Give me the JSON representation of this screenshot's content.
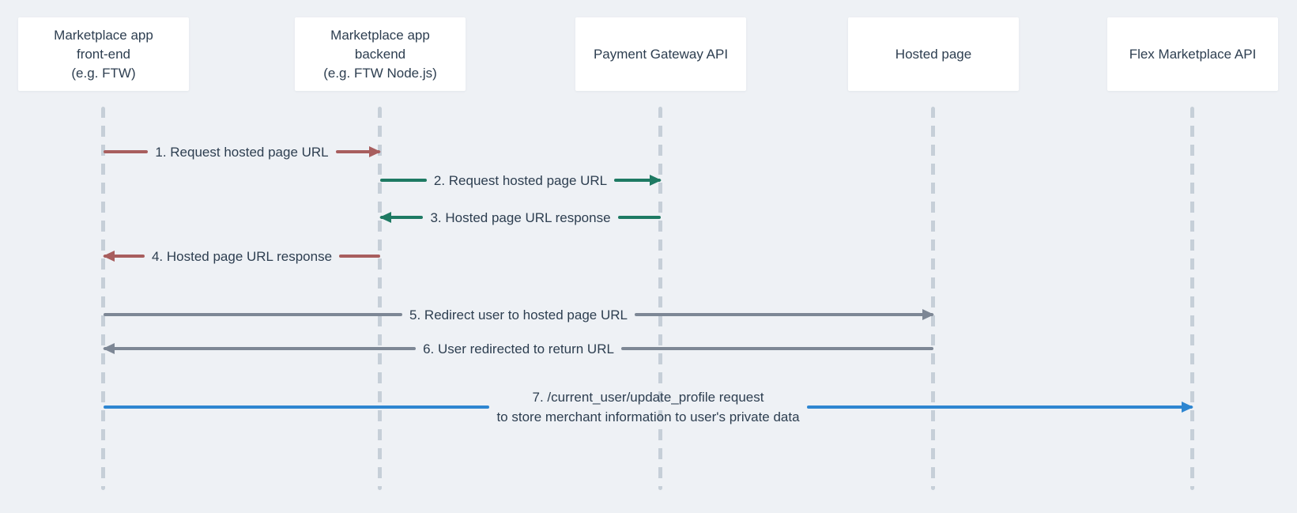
{
  "actors": [
    {
      "id": "frontend",
      "label": "Marketplace app\nfront-end\n(e.g. FTW)"
    },
    {
      "id": "backend",
      "label": "Marketplace app\nbackend\n(e.g. FTW Node.js)"
    },
    {
      "id": "payment-gateway",
      "label": "Payment Gateway API"
    },
    {
      "id": "hosted-page",
      "label": "Hosted page"
    },
    {
      "id": "flex-api",
      "label": "Flex Marketplace API"
    }
  ],
  "messages": [
    {
      "num": 1,
      "label": "1. Request hosted page URL",
      "from": "frontend",
      "to": "backend",
      "direction": "right",
      "color": "#a85e5e"
    },
    {
      "num": 2,
      "label": "2. Request hosted page URL",
      "from": "backend",
      "to": "payment-gateway",
      "direction": "right",
      "color": "#1e7a63"
    },
    {
      "num": 3,
      "label": "3. Hosted page URL response",
      "from": "payment-gateway",
      "to": "backend",
      "direction": "left",
      "color": "#1e7a63"
    },
    {
      "num": 4,
      "label": "4. Hosted page URL response",
      "from": "backend",
      "to": "frontend",
      "direction": "left",
      "color": "#a85e5e"
    },
    {
      "num": 5,
      "label": "5. Redirect user to hosted page URL",
      "from": "frontend",
      "to": "hosted-page",
      "direction": "right",
      "color": "#7d8795"
    },
    {
      "num": 6,
      "label": "6. User redirected to return URL",
      "from": "hosted-page",
      "to": "frontend",
      "direction": "left",
      "color": "#7d8795"
    },
    {
      "num": 7,
      "label": "7. /current_user/update_profile request\nto store merchant information to user's private data",
      "from": "frontend",
      "to": "flex-api",
      "direction": "right",
      "color": "#2e86d1"
    }
  ],
  "colors": {
    "background": "#eef1f5",
    "box-bg": "#ffffff",
    "text": "#2d3e50",
    "lifeline": "#c6cfd8",
    "arrow-red": "#a85e5e",
    "arrow-green": "#1e7a63",
    "arrow-gray": "#7d8795",
    "arrow-blue": "#2e86d1"
  }
}
